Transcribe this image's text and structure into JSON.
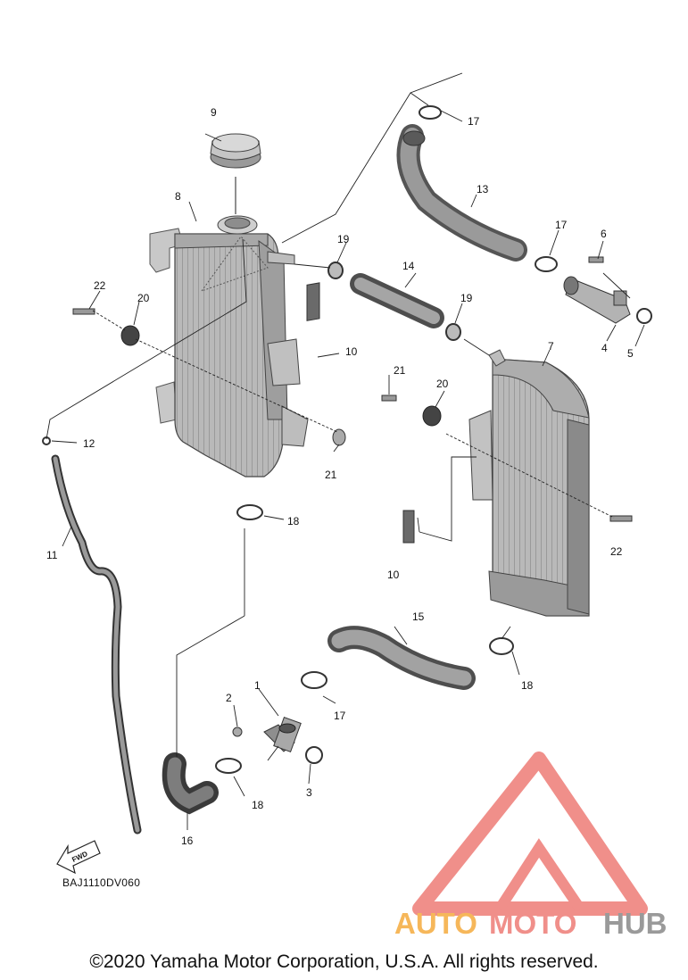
{
  "diagram": {
    "callouts": [
      {
        "id": "c1",
        "label": "1"
      },
      {
        "id": "c2",
        "label": "2"
      },
      {
        "id": "c3",
        "label": "3"
      },
      {
        "id": "c4",
        "label": "4"
      },
      {
        "id": "c5",
        "label": "5"
      },
      {
        "id": "c6",
        "label": "6"
      },
      {
        "id": "c7",
        "label": "7"
      },
      {
        "id": "c8",
        "label": "8"
      },
      {
        "id": "c9",
        "label": "9"
      },
      {
        "id": "c10a",
        "label": "10"
      },
      {
        "id": "c10b",
        "label": "10"
      },
      {
        "id": "c11",
        "label": "11"
      },
      {
        "id": "c12",
        "label": "12"
      },
      {
        "id": "c13",
        "label": "13"
      },
      {
        "id": "c14",
        "label": "14"
      },
      {
        "id": "c15",
        "label": "15"
      },
      {
        "id": "c16",
        "label": "16"
      },
      {
        "id": "c17a",
        "label": "17"
      },
      {
        "id": "c17b",
        "label": "17"
      },
      {
        "id": "c17c",
        "label": "17"
      },
      {
        "id": "c18a",
        "label": "18"
      },
      {
        "id": "c18b",
        "label": "18"
      },
      {
        "id": "c18c",
        "label": "18"
      },
      {
        "id": "c19a",
        "label": "19"
      },
      {
        "id": "c19b",
        "label": "19"
      },
      {
        "id": "c20a",
        "label": "20"
      },
      {
        "id": "c20b",
        "label": "20"
      },
      {
        "id": "c21a",
        "label": "21"
      },
      {
        "id": "c21b",
        "label": "21"
      },
      {
        "id": "c22a",
        "label": "22"
      },
      {
        "id": "c22b",
        "label": "22"
      }
    ],
    "fwd_label": "FWD",
    "drawing_code": "BAJ1110DV060",
    "copyright": "©2020 Yamaha Motor Corporation, U.S.A. All rights reserved."
  },
  "watermark": {
    "part1": "AUTO",
    "part2": "MOTO",
    "part3": "HUB",
    "colors": {
      "triangle": "#f08f8a",
      "auto": "#f6b75a",
      "moto": "#f08f8a",
      "hub": "#9a9a9a"
    }
  }
}
